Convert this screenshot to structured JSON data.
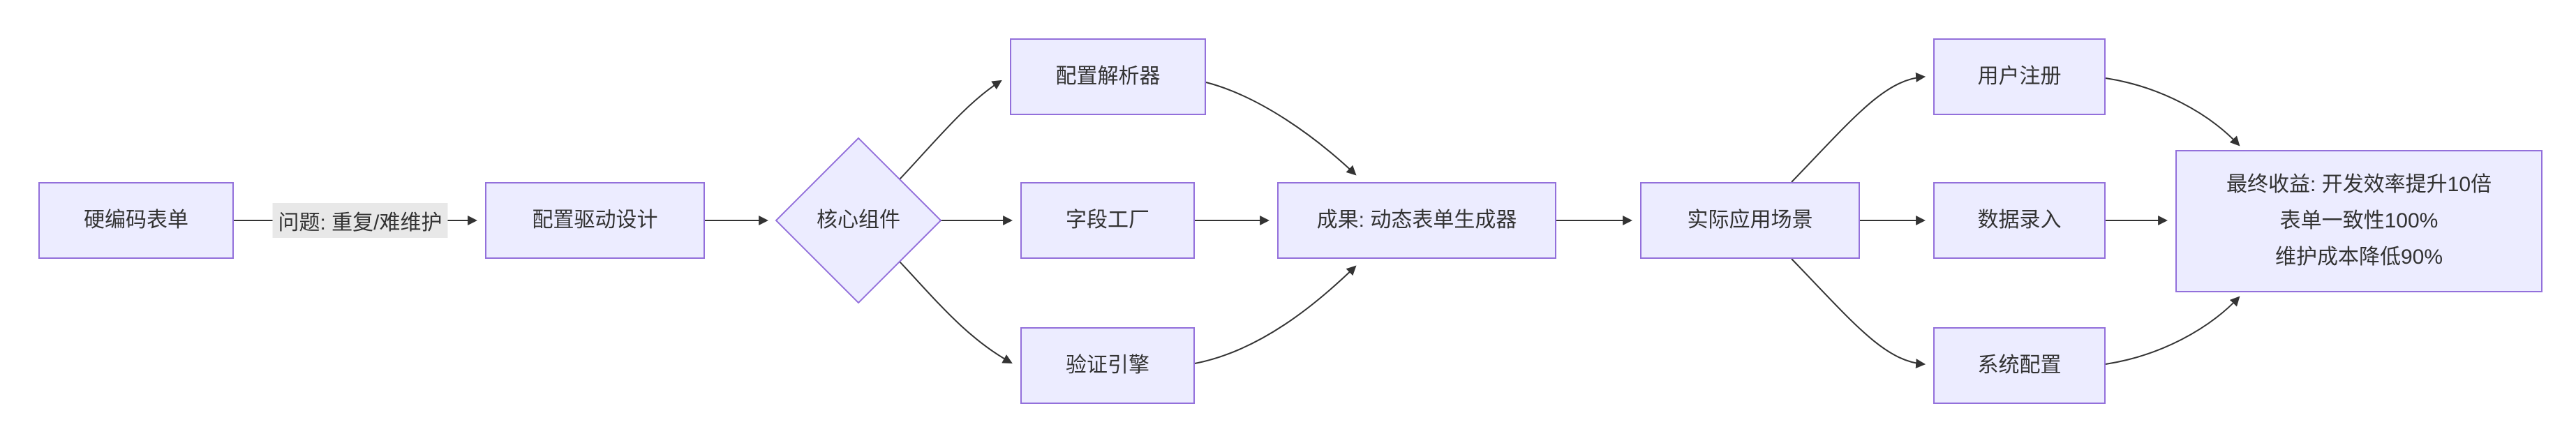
{
  "diagram": {
    "type": "flowchart-LR",
    "colors": {
      "page_bg": "#ffffff",
      "node_fill": "#ECECFF",
      "node_border": "#9370DB",
      "edge": "#333333",
      "text": "#333333",
      "edge_label_bg": "#e8e8e8"
    },
    "nodes": {
      "hardcoded_form": {
        "label": "硬编码表单",
        "shape": "rect"
      },
      "config_driven": {
        "label": "配置驱动设计",
        "shape": "rect"
      },
      "core_components": {
        "label": "核心组件",
        "shape": "diamond"
      },
      "config_parser": {
        "label": "配置解析器",
        "shape": "rect"
      },
      "field_factory": {
        "label": "字段工厂",
        "shape": "rect"
      },
      "validation_engine": {
        "label": "验证引擎",
        "shape": "rect"
      },
      "result_generator": {
        "label": "成果: 动态表单生成器",
        "shape": "rect"
      },
      "application_scenarios": {
        "label": "实际应用场景",
        "shape": "rect"
      },
      "user_registration": {
        "label": "用户注册",
        "shape": "rect"
      },
      "data_entry": {
        "label": "数据录入",
        "shape": "rect"
      },
      "system_config": {
        "label": "系统配置",
        "shape": "rect"
      },
      "final_benefits": {
        "shape": "rect",
        "line1": "最终收益: 开发效率提升10倍",
        "line2": "表单一致性100%",
        "line3": "维护成本降低90%"
      }
    },
    "edge_labels": {
      "problem": "问题: 重复/难维护"
    },
    "edges": [
      {
        "from": "hardcoded_form",
        "to": "config_driven",
        "label": "问题: 重复/难维护"
      },
      {
        "from": "config_driven",
        "to": "core_components"
      },
      {
        "from": "core_components",
        "to": "config_parser"
      },
      {
        "from": "core_components",
        "to": "field_factory"
      },
      {
        "from": "core_components",
        "to": "validation_engine"
      },
      {
        "from": "config_parser",
        "to": "result_generator"
      },
      {
        "from": "field_factory",
        "to": "result_generator"
      },
      {
        "from": "validation_engine",
        "to": "result_generator"
      },
      {
        "from": "result_generator",
        "to": "application_scenarios"
      },
      {
        "from": "application_scenarios",
        "to": "user_registration"
      },
      {
        "from": "application_scenarios",
        "to": "data_entry"
      },
      {
        "from": "application_scenarios",
        "to": "system_config"
      },
      {
        "from": "user_registration",
        "to": "final_benefits"
      },
      {
        "from": "data_entry",
        "to": "final_benefits"
      },
      {
        "from": "system_config",
        "to": "final_benefits"
      }
    ]
  }
}
